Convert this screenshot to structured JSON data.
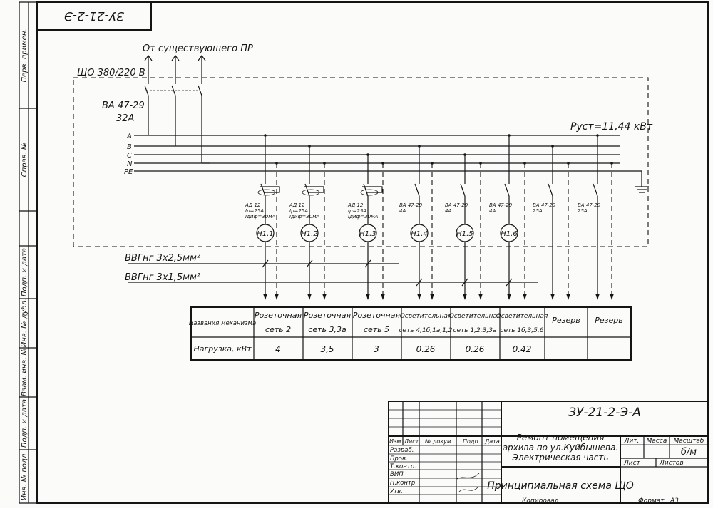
{
  "stamp_top": "ЗУ-21-2-Э",
  "source_label": "От существующего ПР",
  "panel_label": "ЩО  380/220 В",
  "main_breaker": {
    "type": "ВА 47-29",
    "rating": "32А"
  },
  "power_label": "Руст=11,44 кВт",
  "bus_labels": [
    "A",
    "B",
    "C",
    "N",
    "PE"
  ],
  "side_labels": [
    "Перв. примен.",
    "Справ. №",
    "Подп. и дата",
    "Инв. № дубл.",
    "Взам. инв. №",
    "Подп. и дата",
    "Инв. № подл."
  ],
  "cable_labels": [
    "ВВГнг 3х2,5мм²",
    "ВВГнг 3х1,5мм²"
  ],
  "feeders": [
    {
      "id": "Н1.1",
      "device": "АД 12",
      "rating": "Iр=25А",
      "extra": "Iдиф=30мА",
      "rcd": true,
      "cable": 0
    },
    {
      "id": "Н1.2",
      "device": "АД 12",
      "rating": "Iр=25А",
      "extra": "Iдиф=30мА",
      "rcd": true,
      "cable": 0
    },
    {
      "id": "Н1.3",
      "device": "АД 12",
      "rating": "Iр=25А",
      "extra": "Iдиф=30мА",
      "rcd": true,
      "cable": 0
    },
    {
      "id": "Н1.4",
      "device": "ВА 47-29",
      "rating": "4А",
      "extra": "",
      "rcd": false,
      "cable": 1
    },
    {
      "id": "Н1.5",
      "device": "ВА 47-29",
      "rating": "4А",
      "extra": "",
      "rcd": false,
      "cable": 1
    },
    {
      "id": "Н1.6",
      "device": "ВА 47-29",
      "rating": "4А",
      "extra": "",
      "rcd": false,
      "cable": 1
    },
    {
      "id": "",
      "device": "ВА 47-29",
      "rating": "25А",
      "extra": "",
      "rcd": false,
      "cable": -1
    },
    {
      "id": "",
      "device": "ВА 47-29",
      "rating": "25А",
      "extra": "",
      "rcd": false,
      "cable": -1
    }
  ],
  "load_table": {
    "row_headers": [
      "Названия механизма",
      "Нагрузка, кВт"
    ],
    "columns": [
      {
        "name1": "Розеточная",
        "name2": "сеть 2",
        "load": "4"
      },
      {
        "name1": "Розеточная",
        "name2": "сеть 3,3а",
        "load": "3,5"
      },
      {
        "name1": "Розеточная",
        "name2": "сеть 5",
        "load": "3"
      },
      {
        "name1": "Осветительная",
        "name2": "сеть 4,1б,1а,1,2",
        "load": "0.26"
      },
      {
        "name1": "Осветительная",
        "name2": "сеть 1,2,3,3а",
        "load": "0.26"
      },
      {
        "name1": "Осветительная",
        "name2": "сеть 1б,3,5,6",
        "load": "0.42"
      },
      {
        "name1": "Резерв",
        "name2": "",
        "load": ""
      },
      {
        "name1": "Резерв",
        "name2": "",
        "load": ""
      }
    ]
  },
  "title_block": {
    "code": "ЗУ-21-2-Э-А",
    "project": [
      "Ремонт помещения",
      "архива по ул.Куйбышева.",
      "Электрическая часть"
    ],
    "sheet_title": "Принципиальная схема ЩО",
    "stage": "б/м",
    "col_headers": [
      "Изм.",
      "Лист",
      "№ докум.",
      "Подп.",
      "Дата"
    ],
    "roles": [
      "Разраб.",
      "Пров.",
      "Т.контр.",
      "ВИП",
      "Н.контр.",
      "Утв."
    ],
    "lit_label": "Лит.",
    "mass_label": "Масса",
    "scale_label": "Масштаб",
    "list_label": "Лист",
    "lists_label": "Листов",
    "copied_label": "Копировал",
    "format_label": "Формат",
    "format_value": "А3"
  }
}
